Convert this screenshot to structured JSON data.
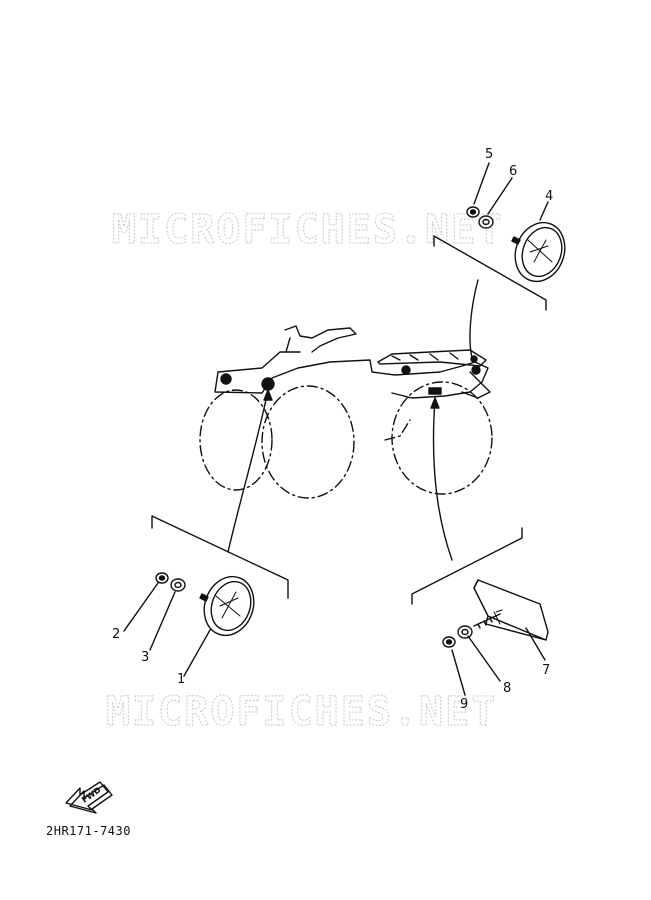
{
  "diagram": {
    "watermark_text": "MICROFICHES.NET",
    "part_number": "2HR171-7430",
    "fwd_label": "FWD",
    "callouts": [
      {
        "id": "c1",
        "label": "1"
      },
      {
        "id": "c2",
        "label": "2"
      },
      {
        "id": "c3",
        "label": "3"
      },
      {
        "id": "c4",
        "label": "4"
      },
      {
        "id": "c5",
        "label": "5"
      },
      {
        "id": "c6",
        "label": "6"
      },
      {
        "id": "c7",
        "label": "7"
      },
      {
        "id": "c8",
        "label": "8"
      },
      {
        "id": "c9",
        "label": "9"
      }
    ]
  }
}
